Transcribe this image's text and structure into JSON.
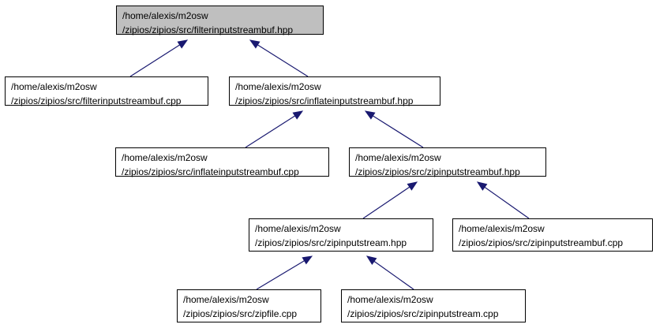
{
  "graph": {
    "edge_color": "#191970",
    "nodes": [
      {
        "id": "root",
        "highlighted": true,
        "lines": [
          "/home/alexis/m2osw",
          "/zipios/zipios/src/filterinputstreambuf.hpp"
        ]
      },
      {
        "id": "filter_cpp",
        "lines": [
          "/home/alexis/m2osw",
          "/zipios/zipios/src/filterinputstreambuf.cpp"
        ]
      },
      {
        "id": "inflate_hpp",
        "lines": [
          "/home/alexis/m2osw",
          "/zipios/zipios/src/inflateinputstreambuf.hpp"
        ]
      },
      {
        "id": "inflate_cpp",
        "lines": [
          "/home/alexis/m2osw",
          "/zipios/zipios/src/inflateinputstreambuf.cpp"
        ]
      },
      {
        "id": "zipbuf_hpp",
        "lines": [
          "/home/alexis/m2osw",
          "/zipios/zipios/src/zipinputstreambuf.hpp"
        ]
      },
      {
        "id": "zipstream_hpp",
        "lines": [
          "/home/alexis/m2osw",
          "/zipios/zipios/src/zipinputstream.hpp"
        ]
      },
      {
        "id": "zipbuf_cpp",
        "lines": [
          "/home/alexis/m2osw",
          "/zipios/zipios/src/zipinputstreambuf.cpp"
        ]
      },
      {
        "id": "zipfile_cpp",
        "lines": [
          "/home/alexis/m2osw",
          "/zipios/zipios/src/zipfile.cpp"
        ]
      },
      {
        "id": "zipstream_cpp",
        "lines": [
          "/home/alexis/m2osw",
          "/zipios/zipios/src/zipinputstream.cpp"
        ]
      }
    ],
    "edges": [
      {
        "from": "filter_cpp",
        "to": "root"
      },
      {
        "from": "inflate_hpp",
        "to": "root"
      },
      {
        "from": "inflate_cpp",
        "to": "inflate_hpp"
      },
      {
        "from": "zipbuf_hpp",
        "to": "inflate_hpp"
      },
      {
        "from": "zipstream_hpp",
        "to": "zipbuf_hpp"
      },
      {
        "from": "zipbuf_cpp",
        "to": "zipbuf_hpp"
      },
      {
        "from": "zipfile_cpp",
        "to": "zipstream_hpp"
      },
      {
        "from": "zipstream_cpp",
        "to": "zipstream_hpp"
      }
    ]
  }
}
